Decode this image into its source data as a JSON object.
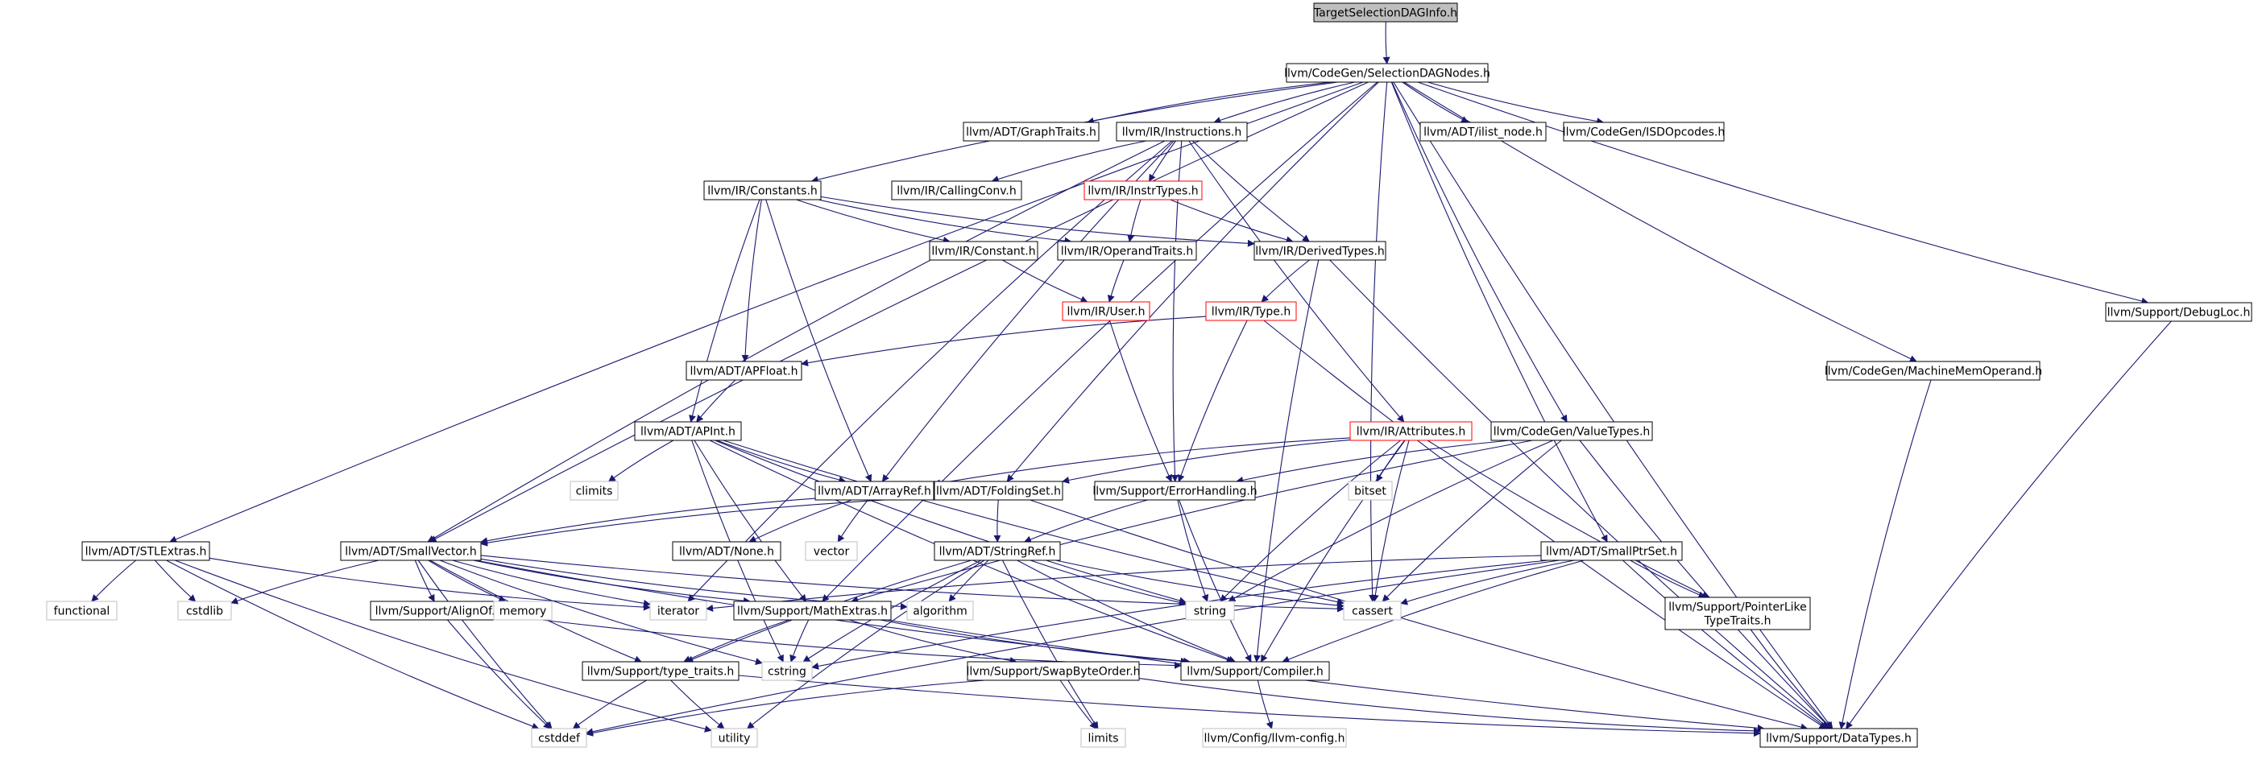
{
  "title": "TargetSelectionDAGInfo.h",
  "colors": {
    "node_border": "#000000",
    "missing_border": "#bfbfbf",
    "incomplete_border": "#ff0000",
    "root_fill": "#bfbfbf",
    "edge": "#191970",
    "text": "#000000"
  },
  "nodes": [
    {
      "id": "root",
      "label": "TargetSelectionDAGInfo.h",
      "kind": "root"
    },
    {
      "id": "sdn",
      "label": "llvm/CodeGen/SelectionDAGNodes.h",
      "kind": "normal"
    },
    {
      "id": "graphtraits",
      "label": "llvm/ADT/GraphTraits.h",
      "kind": "normal"
    },
    {
      "id": "instructions",
      "label": "llvm/IR/Instructions.h",
      "kind": "normal"
    },
    {
      "id": "ilist",
      "label": "llvm/ADT/ilist_node.h",
      "kind": "normal"
    },
    {
      "id": "isd",
      "label": "llvm/CodeGen/ISDOpcodes.h",
      "kind": "normal"
    },
    {
      "id": "debugloc",
      "label": "llvm/Support/DebugLoc.h",
      "kind": "normal"
    },
    {
      "id": "constants",
      "label": "llvm/IR/Constants.h",
      "kind": "normal"
    },
    {
      "id": "callingconv",
      "label": "llvm/IR/CallingConv.h",
      "kind": "normal"
    },
    {
      "id": "instrtypes",
      "label": "llvm/IR/InstrTypes.h",
      "kind": "incomplete"
    },
    {
      "id": "constant",
      "label": "llvm/IR/Constant.h",
      "kind": "normal"
    },
    {
      "id": "operandtraits",
      "label": "llvm/IR/OperandTraits.h",
      "kind": "normal"
    },
    {
      "id": "derivedtypes",
      "label": "llvm/IR/DerivedTypes.h",
      "kind": "normal"
    },
    {
      "id": "user",
      "label": "llvm/IR/User.h",
      "kind": "incomplete"
    },
    {
      "id": "type",
      "label": "llvm/IR/Type.h",
      "kind": "incomplete"
    },
    {
      "id": "apfloat",
      "label": "llvm/ADT/APFloat.h",
      "kind": "normal"
    },
    {
      "id": "mmo",
      "label": "llvm/CodeGen/MachineMemOperand.h",
      "kind": "normal"
    },
    {
      "id": "apint",
      "label": "llvm/ADT/APInt.h",
      "kind": "normal"
    },
    {
      "id": "attributes",
      "label": "llvm/IR/Attributes.h",
      "kind": "incomplete"
    },
    {
      "id": "valuetypes",
      "label": "llvm/CodeGen/ValueTypes.h",
      "kind": "normal"
    },
    {
      "id": "climits",
      "label": "climits",
      "kind": "missing"
    },
    {
      "id": "arrayref",
      "label": "llvm/ADT/ArrayRef.h",
      "kind": "normal"
    },
    {
      "id": "foldingset",
      "label": "llvm/ADT/FoldingSet.h",
      "kind": "normal"
    },
    {
      "id": "errorhandling",
      "label": "llvm/Support/ErrorHandling.h",
      "kind": "normal"
    },
    {
      "id": "bitset",
      "label": "bitset",
      "kind": "missing"
    },
    {
      "id": "stlextras",
      "label": "llvm/ADT/STLExtras.h",
      "kind": "normal"
    },
    {
      "id": "smallvector",
      "label": "llvm/ADT/SmallVector.h",
      "kind": "normal"
    },
    {
      "id": "none",
      "label": "llvm/ADT/None.h",
      "kind": "normal"
    },
    {
      "id": "vector",
      "label": "vector",
      "kind": "missing"
    },
    {
      "id": "stringref",
      "label": "llvm/ADT/StringRef.h",
      "kind": "normal"
    },
    {
      "id": "smallptrset",
      "label": "llvm/ADT/SmallPtrSet.h",
      "kind": "normal"
    },
    {
      "id": "functional",
      "label": "functional",
      "kind": "missing"
    },
    {
      "id": "cstdlib",
      "label": "cstdlib",
      "kind": "missing"
    },
    {
      "id": "alignof",
      "label": "llvm/Support/AlignOf.h",
      "kind": "normal"
    },
    {
      "id": "memory",
      "label": "memory",
      "kind": "missing"
    },
    {
      "id": "iterator",
      "label": "iterator",
      "kind": "missing"
    },
    {
      "id": "mathextras",
      "label": "llvm/Support/MathExtras.h",
      "kind": "normal"
    },
    {
      "id": "algorithm",
      "label": "algorithm",
      "kind": "missing"
    },
    {
      "id": "string",
      "label": "string",
      "kind": "missing"
    },
    {
      "id": "cassert",
      "label": "cassert",
      "kind": "missing"
    },
    {
      "id": "pointerlike",
      "label": "llvm/Support/PointerLike\nTypeTraits.h",
      "kind": "normal"
    },
    {
      "id": "cstring",
      "label": "cstring",
      "kind": "missing"
    },
    {
      "id": "compiler",
      "label": "llvm/Support/Compiler.h",
      "kind": "normal"
    },
    {
      "id": "typetraits",
      "label": "llvm/Support/type_traits.h",
      "kind": "normal"
    },
    {
      "id": "swapbyte",
      "label": "llvm/Support/SwapByteOrder.h",
      "kind": "normal"
    },
    {
      "id": "cstddef",
      "label": "cstddef",
      "kind": "missing"
    },
    {
      "id": "utility",
      "label": "utility",
      "kind": "missing"
    },
    {
      "id": "limits",
      "label": "limits",
      "kind": "missing"
    },
    {
      "id": "llvmconfig",
      "label": "llvm/Config/llvm-config.h",
      "kind": "missing"
    },
    {
      "id": "datatypes",
      "label": "llvm/Support/DataTypes.h",
      "kind": "normal"
    }
  ],
  "edges": [
    [
      "root",
      "sdn"
    ],
    [
      "sdn",
      "graphtraits"
    ],
    [
      "sdn",
      "instructions"
    ],
    [
      "sdn",
      "ilist"
    ],
    [
      "sdn",
      "isd"
    ],
    [
      "sdn",
      "debugloc"
    ],
    [
      "sdn",
      "constants"
    ],
    [
      "sdn",
      "foldingset"
    ],
    [
      "sdn",
      "valuetypes"
    ],
    [
      "sdn",
      "mmo"
    ],
    [
      "sdn",
      "smallptrset"
    ],
    [
      "sdn",
      "smallvector"
    ],
    [
      "sdn",
      "stlextras"
    ],
    [
      "sdn",
      "mathextras"
    ],
    [
      "sdn",
      "cassert"
    ],
    [
      "sdn",
      "datatypes"
    ],
    [
      "instructions",
      "callingconv"
    ],
    [
      "instructions",
      "instrtypes"
    ],
    [
      "instructions",
      "derivedtypes"
    ],
    [
      "instructions",
      "attributes"
    ],
    [
      "instructions",
      "arrayref"
    ],
    [
      "instructions",
      "errorhandling"
    ],
    [
      "instructions",
      "smallvector"
    ],
    [
      "instructions",
      "iterator"
    ],
    [
      "instrtypes",
      "derivedtypes"
    ],
    [
      "instrtypes",
      "operandtraits"
    ],
    [
      "constants",
      "constant"
    ],
    [
      "constants",
      "operandtraits"
    ],
    [
      "constants",
      "derivedtypes"
    ],
    [
      "constants",
      "apfloat"
    ],
    [
      "constants",
      "apint"
    ],
    [
      "constants",
      "arrayref"
    ],
    [
      "constant",
      "user"
    ],
    [
      "operandtraits",
      "user"
    ],
    [
      "user",
      "errorhandling"
    ],
    [
      "derivedtypes",
      "type"
    ],
    [
      "derivedtypes",
      "compiler"
    ],
    [
      "derivedtypes",
      "datatypes"
    ],
    [
      "type",
      "apfloat"
    ],
    [
      "type",
      "errorhandling"
    ],
    [
      "type",
      "datatypes"
    ],
    [
      "apfloat",
      "apint"
    ],
    [
      "apint",
      "climits"
    ],
    [
      "apint",
      "arrayref"
    ],
    [
      "apint",
      "mathextras"
    ],
    [
      "apint",
      "string"
    ],
    [
      "apint",
      "cassert"
    ],
    [
      "apint",
      "compiler"
    ],
    [
      "apint",
      "cstring"
    ],
    [
      "attributes",
      "arrayref"
    ],
    [
      "attributes",
      "foldingset"
    ],
    [
      "attributes",
      "bitset"
    ],
    [
      "attributes",
      "string"
    ],
    [
      "attributes",
      "cassert"
    ],
    [
      "attributes",
      "compiler"
    ],
    [
      "attributes",
      "pointerlike"
    ],
    [
      "valuetypes",
      "errorhandling"
    ],
    [
      "valuetypes",
      "mathextras"
    ],
    [
      "valuetypes",
      "string"
    ],
    [
      "valuetypes",
      "cassert"
    ],
    [
      "valuetypes",
      "datatypes"
    ],
    [
      "arrayref",
      "none"
    ],
    [
      "arrayref",
      "smallvector"
    ],
    [
      "arrayref",
      "vector"
    ],
    [
      "foldingset",
      "smallvector"
    ],
    [
      "foldingset",
      "stringref"
    ],
    [
      "foldingset",
      "datatypes"
    ],
    [
      "errorhandling",
      "compiler"
    ],
    [
      "errorhandling",
      "stringref"
    ],
    [
      "errorhandling",
      "string"
    ],
    [
      "stlextras",
      "functional"
    ],
    [
      "stlextras",
      "cstdlib"
    ],
    [
      "stlextras",
      "iterator"
    ],
    [
      "stlextras",
      "utility"
    ],
    [
      "stlextras",
      "cstddef"
    ],
    [
      "smallvector",
      "cstdlib"
    ],
    [
      "smallvector",
      "alignof"
    ],
    [
      "smallvector",
      "memory"
    ],
    [
      "smallvector",
      "iterator"
    ],
    [
      "smallvector",
      "mathextras"
    ],
    [
      "smallvector",
      "algorithm"
    ],
    [
      "smallvector",
      "cassert"
    ],
    [
      "smallvector",
      "compiler"
    ],
    [
      "smallvector",
      "typetraits"
    ],
    [
      "smallvector",
      "cstring"
    ],
    [
      "smallvector",
      "cstddef"
    ],
    [
      "stringref",
      "algorithm"
    ],
    [
      "stringref",
      "string"
    ],
    [
      "stringref",
      "cassert"
    ],
    [
      "stringref",
      "compiler"
    ],
    [
      "stringref",
      "typetraits"
    ],
    [
      "stringref",
      "cstring"
    ],
    [
      "stringref",
      "utility"
    ],
    [
      "stringref",
      "limits"
    ],
    [
      "smallptrset",
      "iterator"
    ],
    [
      "smallptrset",
      "cassert"
    ],
    [
      "smallptrset",
      "pointerlike"
    ],
    [
      "smallptrset",
      "compiler"
    ],
    [
      "smallptrset",
      "cstring"
    ],
    [
      "smallptrset",
      "cstddef"
    ],
    [
      "smallptrset",
      "datatypes"
    ],
    [
      "alignof",
      "compiler"
    ],
    [
      "alignof",
      "cstddef"
    ],
    [
      "mathextras",
      "compiler"
    ],
    [
      "mathextras",
      "swapbyte"
    ],
    [
      "mathextras",
      "typetraits"
    ],
    [
      "mathextras",
      "cstring"
    ],
    [
      "mathextras",
      "datatypes"
    ],
    [
      "swapbyte",
      "datatypes"
    ],
    [
      "swapbyte",
      "cstddef"
    ],
    [
      "swapbyte",
      "limits"
    ],
    [
      "typetraits",
      "cstddef"
    ],
    [
      "typetraits",
      "utility"
    ],
    [
      "typetraits",
      "datatypes"
    ],
    [
      "compiler",
      "llvmconfig"
    ],
    [
      "pointerlike",
      "datatypes"
    ],
    [
      "mmo",
      "datatypes"
    ],
    [
      "debugloc",
      "datatypes"
    ]
  ]
}
